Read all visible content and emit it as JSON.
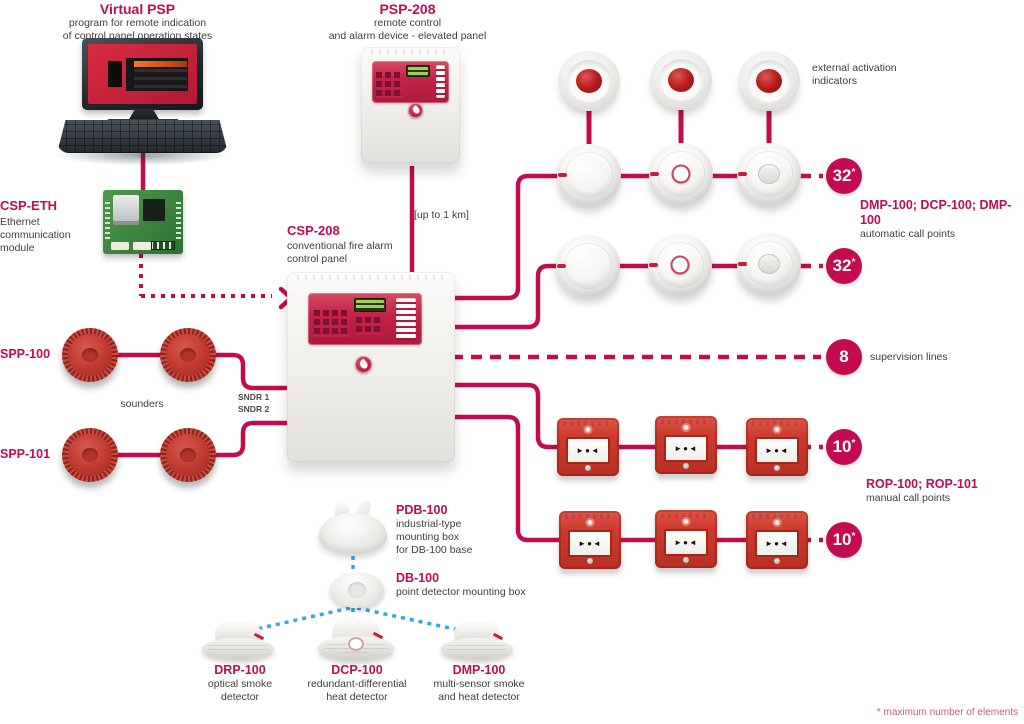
{
  "palette": {
    "accent": "#c30b4e",
    "text": "#3e3e3d",
    "blue": "#2faae1"
  },
  "virtual_psp": {
    "title": "Virtual PSP",
    "desc1": "program for remote indication",
    "desc2": "of control panel operation states"
  },
  "psp_208": {
    "title": "PSP-208",
    "desc1": "remote control",
    "desc2": "and alarm device - elevated panel"
  },
  "distance_note": "[up to 1 km]",
  "csp_eth": {
    "title": "CSP-ETH",
    "desc1": "Ethernet",
    "desc2": "communication",
    "desc3": "module"
  },
  "csp_208": {
    "title": "CSP-208",
    "desc1": "conventional fire alarm",
    "desc2": "control panel"
  },
  "external_indicators": {
    "line1": "external activation",
    "line2": "indicators"
  },
  "detectors_label": {
    "models": "DMP-100; DCP-100; DMP-100",
    "desc": "automatic call points"
  },
  "supervision": {
    "badge": "8",
    "label": "supervision lines"
  },
  "badges": {
    "loop": "32",
    "line": "10",
    "star": "*"
  },
  "sounders": {
    "spp100": "SPP-100",
    "spp101": "SPP-101",
    "label": "sounders",
    "sndr1": "SNDR 1",
    "sndr2": "SNDR 2"
  },
  "call_points_label": {
    "models": "ROP-100; ROP-101",
    "desc": "manual call points"
  },
  "rop_glyph": "►●◄",
  "pdb": {
    "title": "PDB-100",
    "desc1": "industrial-type",
    "desc2": "mounting box",
    "desc3": "for DB-100 base"
  },
  "db": {
    "title": "DB-100",
    "desc": "point detector mounting box"
  },
  "bottom_detectors": [
    {
      "title": "DRP-100",
      "desc1": "optical smoke",
      "desc2": "detector"
    },
    {
      "title": "DCP-100",
      "desc1": "redundant-differential",
      "desc2": "heat detector"
    },
    {
      "title": "DMP-100",
      "desc1": "multi-sensor smoke",
      "desc2": "and heat detector"
    }
  ],
  "footnote": "* maximum number of elements"
}
